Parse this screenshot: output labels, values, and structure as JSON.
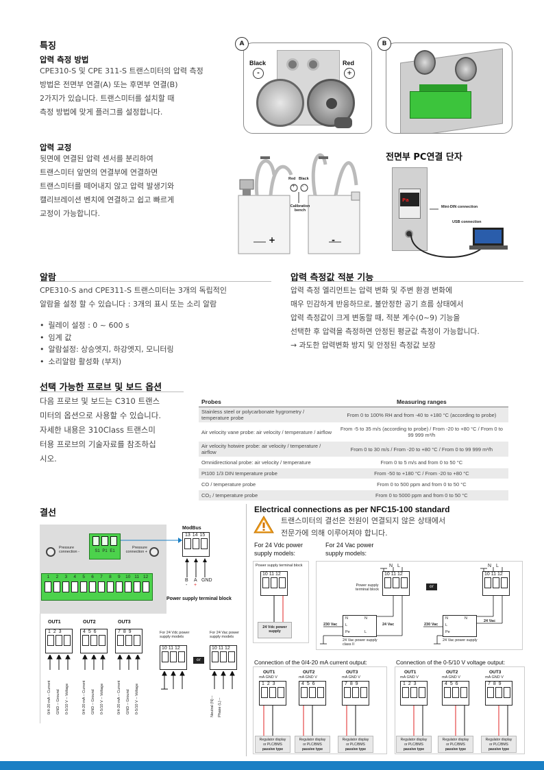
{
  "features": {
    "title": "특징",
    "method_title": "압력 측정 방법",
    "method_lines": [
      "CPE310-S 및 CPE 311-S 트랜스미터의 압력 측정",
      "방법은 전면부 연결(A) 또는 후면부 연결(B)",
      "2가지가 있습니다. 트랜스미터를 설치할 때",
      "측정 방법에 맞게 플러그를 설정합니다."
    ],
    "photo_a": {
      "badge": "A",
      "black": "Black",
      "red": "Red",
      "minus": "-",
      "plus": "+"
    },
    "photo_b": {
      "badge": "B"
    }
  },
  "calibration": {
    "title": "압력 교정",
    "lines": [
      "뒷면에 연결된 압력 센서를 분리하여",
      "트랜스미터 앞면의 연결부에 연결하면",
      "트랜스미터를 떼어내지 않고 압력 발생기와",
      "캘리브레이션 벤치에 연결하고 쉽고 빠르게",
      "교정이 가능합니다."
    ],
    "diagram": {
      "red": "Red",
      "black": "Black",
      "bench": "Calibration bench",
      "plus": "+",
      "minus": "-"
    }
  },
  "pc": {
    "title": "전면부 PC연결 단자",
    "mini_din": "Mini-DIN connection",
    "usb": "USB connection",
    "display": "Pa"
  },
  "alarm": {
    "title": "알람",
    "lines": [
      "CPE310-S and CPE311-S 트랜스미터는 3개의 독립적인",
      "알람을 설정 할 수 있습니다 : 3개의 표시 또는 소리 알람"
    ],
    "bullets": [
      "릴레이 설정 : 0 ~ 600 s",
      "임계 값",
      "알람설정: 상승엣지, 하강엣지, 모니터링",
      "소리알람 활성화 (부저)"
    ]
  },
  "integration": {
    "title": "압력 측정값 적분 기능",
    "lines": [
      "압력 측정 엘리먼트는 압력 변화 및 주변 환경 변화에",
      "매우 민감하게 반응하므로, 불안정한 공기 흐름 상태에서",
      "압력 측정값이 크게 변동할 때, 적분 계수(0~9) 기능을",
      "선택한 후 압력을 측정하면 안정된 평균값 측정이 가능합니다.",
      "→ 과도한 압력변화 방지 및 안정된 측정값 보장"
    ]
  },
  "probes": {
    "title": "선택 가능한 프로브 및 보드 옵션",
    "lines": [
      "다음 프로브 및 보드는 C310 트랜스",
      "미터의 옵션으로 사용할 수 있습니다.",
      "자세한 내용은 310Class 트랜스미",
      "터용 프로브의 기술자료를 참조하십",
      "시오."
    ],
    "table": {
      "headers": [
        "Probes",
        "Measuring ranges"
      ],
      "rows": [
        [
          "Stainless steel or polycarbonate hygrometry / temperature probe",
          "From 0 to 100% RH and from -40 to +180 °C (according to probe)"
        ],
        [
          "Air velocity vane probe: air velocity / temperature / airflow",
          "From -5 to 35 m/s (according to probe) / From -20 to +80 °C / From 0 to 99 999 m³/h"
        ],
        [
          "Air velocity hotwire probe: air velocity / temperature / airflow",
          "From 0 to 30 m/s / From -20 to +80 °C / From 0 to 99 999 m³/h"
        ],
        [
          "Omnidirectional probe: air velocity / temperature",
          "From 0 to 5 m/s and from 0 to 50 °C"
        ],
        [
          "Pt100 1/3 DIN temperature probe",
          "From -50 to +180 °C / From -20 to +80 °C"
        ],
        [
          "CO / temperature probe",
          "From 0 to 500 ppm and from 0 to 50 °C"
        ],
        [
          "CO₂ / temperature probe",
          "From 0 to 5000 ppm and from 0 to 50 °C"
        ]
      ]
    }
  },
  "wiring": {
    "title": "결선",
    "pressure_minus": "Pressure connection -",
    "pressure_plus": "Pressure connection +",
    "relays": "S1 P1 E1",
    "modbus": {
      "title": "ModBus",
      "pins": "13 14 15",
      "b": "B",
      "a": "A",
      "gnd": "GND",
      "minus": "-",
      "plus": "+"
    },
    "main_pins": [
      "1",
      "2",
      "3",
      "4",
      "5",
      "6",
      "7",
      "8",
      "9",
      "10",
      "11",
      "12"
    ],
    "outs": [
      {
        "label": "OUT1",
        "pins": "1 2 3",
        "sig": [
          "0/4-20 mA – Current",
          "GND – Ground",
          "0-5/10 V – Voltage"
        ]
      },
      {
        "label": "OUT2",
        "pins": "4 5 6",
        "sig": [
          "0/4-20 mA – Current",
          "GND – Ground",
          "0-5/10 V – Voltage"
        ]
      },
      {
        "label": "OUT3",
        "pins": "7 8 9",
        "sig": [
          "0/4-20 mA – Current",
          "GND – Ground",
          "0-5/10 V – Voltage"
        ]
      }
    ],
    "psu": {
      "title": "Power supply terminal block",
      "vdc_caption": "For 24 Vdc power supply models",
      "vac_caption": "For 24 Vac power supply models",
      "pins": "10 11 12",
      "or": "or",
      "neutral": "Neutral (N) –",
      "phase": "Phase (L) –"
    }
  },
  "electrical": {
    "title": "Electrical connections as per NFC15-100 standard",
    "warning_lines": [
      "트랜스미터의 결선은 전원이 연결되지 않은 상태에서",
      "전문가에 의해 이루어져야 합니다."
    ],
    "vdc_title": [
      "For 24 Vdc power",
      "supply models:"
    ],
    "vac_title": [
      "For 24 Vac power",
      "supply models:"
    ],
    "vdc_block": "Power supply terminal block",
    "vdc_psu": "24 Vdc power supply",
    "pins": "10 11 12",
    "gnd_n_l": "N L",
    "ps_terminal": "Power supply terminal block",
    "or": "or",
    "vac230": "230 Vac",
    "vac24": "24 Vac",
    "psu_class2": "24 Vac power supply class II",
    "psu_plain": "24 Vac power supply",
    "n": "N",
    "l": "L",
    "pe": "Pe",
    "current_title": "Connection of the 0/4-20 mA current output:",
    "voltage_title": "Connection of the 0-5/10 V voltage output:",
    "outs": [
      {
        "label": "OUT1",
        "units": "mA GND V",
        "pins": "1 2 3"
      },
      {
        "label": "OUT2",
        "units": "mA GND V",
        "pins": "4 5 6"
      },
      {
        "label": "OUT3",
        "units": "mA GND V",
        "pins": "7 8 9"
      }
    ],
    "regulator": [
      "Regulator display",
      "or PLC/BMS",
      "passive type"
    ]
  },
  "colors": {
    "accent": "#1a7fc4",
    "red": "#e02020",
    "green": "#3cc43c"
  }
}
